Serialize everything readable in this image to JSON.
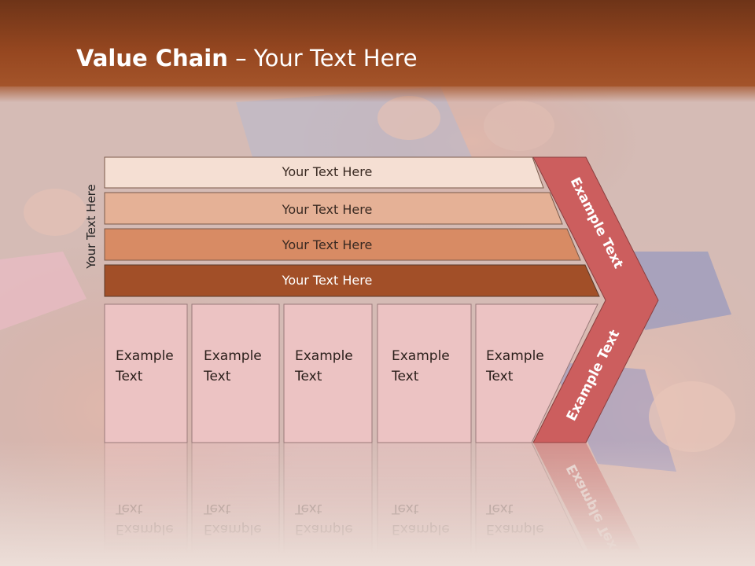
{
  "slide": {
    "title_bold": "Value Chain",
    "title_rest": " – Your Text Here",
    "side_label": "Your Text Here"
  },
  "bars": [
    {
      "label": "Your Text Here",
      "color": "#f5dfd3"
    },
    {
      "label": "Your Text Here",
      "color": "#e5b196"
    },
    {
      "label": "Your Text Here",
      "color": "#d88b64"
    },
    {
      "label": "Your Text Here",
      "color": "#a24f28"
    }
  ],
  "cells": [
    {
      "line1": "Example",
      "line2": "Text"
    },
    {
      "line1": "Example",
      "line2": "Text"
    },
    {
      "line1": "Example",
      "line2": "Text"
    },
    {
      "line1": "Example",
      "line2": "Text"
    },
    {
      "line1": "Example",
      "line2": "Text"
    }
  ],
  "chevron": {
    "upper_label": "Example Text",
    "lower_label": "Example Text",
    "color": "#cc5e5e"
  },
  "colors": {
    "title_bar": "#964720",
    "cell_fill": "#ecc3c3",
    "text_dark": "#3a2a22"
  }
}
